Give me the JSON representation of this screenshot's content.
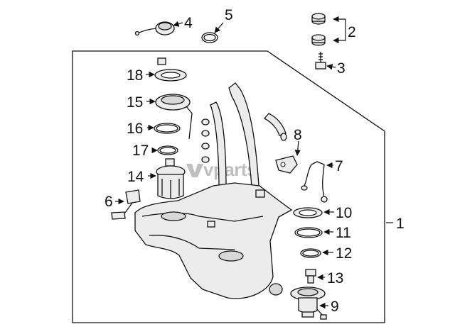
{
  "watermark": "vparts",
  "callouts": {
    "c1": "1",
    "c2": "2",
    "c3": "3",
    "c4": "4",
    "c5": "5",
    "c6": "6",
    "c7": "7",
    "c8": "8",
    "c9": "9",
    "c10": "10",
    "c11": "11",
    "c12": "12",
    "c13": "13",
    "c14": "14",
    "c15": "15",
    "c16": "16",
    "c17": "17",
    "c18": "18"
  }
}
